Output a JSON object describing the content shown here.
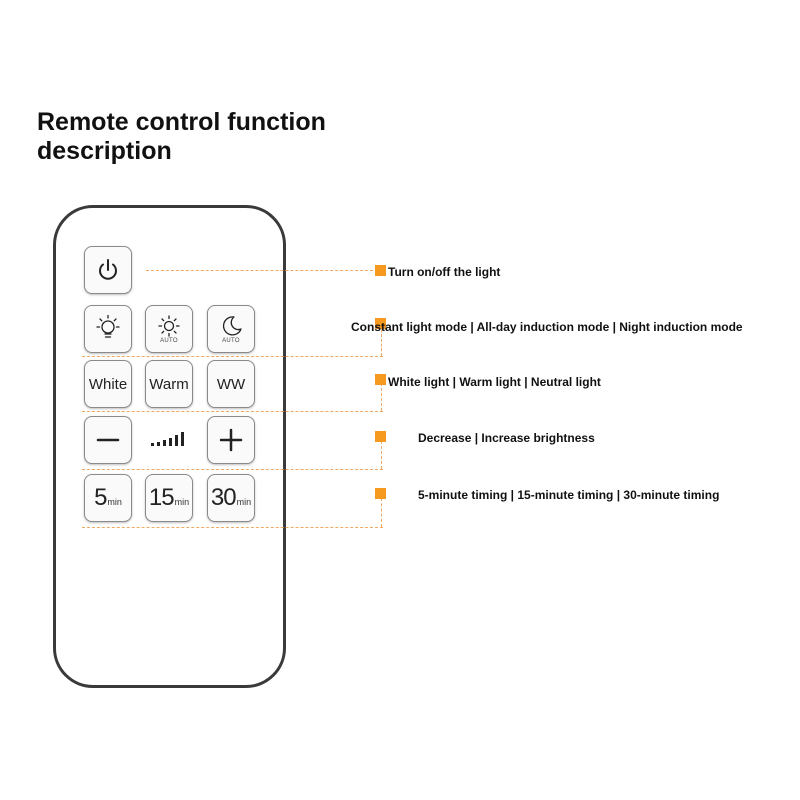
{
  "title": {
    "line1": "Remote control function",
    "line2": "description"
  },
  "buttons": {
    "white": "White",
    "warm": "Warm",
    "ww": "WW",
    "auto_label": "AUTO",
    "timer_unit": "min",
    "timer_5": "5",
    "timer_15": "15",
    "timer_30": "30"
  },
  "icons": {
    "power": "power-icon",
    "constant": "bulb-icon",
    "all_day": "sun-icon",
    "night": "moon-icon",
    "decrease": "minus-icon",
    "increase": "plus-icon",
    "level": "signal-bars-icon"
  },
  "descriptions": [
    "Turn on/off the light",
    "Constant light mode | All-day induction mode | Night induction mode",
    "White light | Warm light | Neutral light",
    "Decrease | Increase brightness",
    "5-minute timing | 15-minute timing | 30-minute timing"
  ],
  "colors": {
    "accent": "#f59a1f",
    "guide": "#f1a864",
    "outline": "#3a3a3a"
  }
}
